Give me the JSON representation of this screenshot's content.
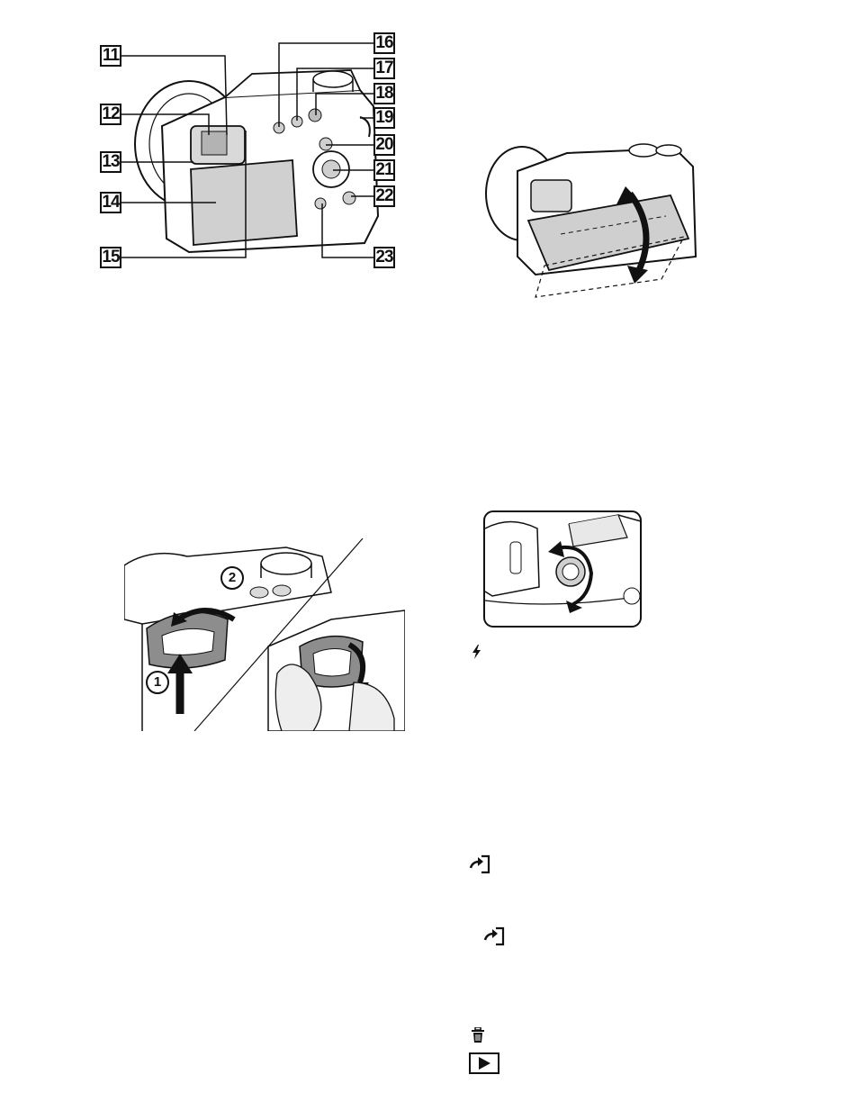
{
  "figure1": {
    "callouts": [
      "11",
      "12",
      "13",
      "14",
      "15",
      "16",
      "17",
      "18",
      "19",
      "20",
      "21",
      "22",
      "23"
    ]
  },
  "figure3": {
    "steps": [
      "1",
      "2"
    ]
  },
  "icons": {
    "flash": "flash-icon",
    "send_to_smartphone_a": "send-to-smartphone-icon",
    "send_to_smartphone_b": "send-to-smartphone-icon",
    "delete": "trash-icon",
    "playback": "playback-icon"
  }
}
